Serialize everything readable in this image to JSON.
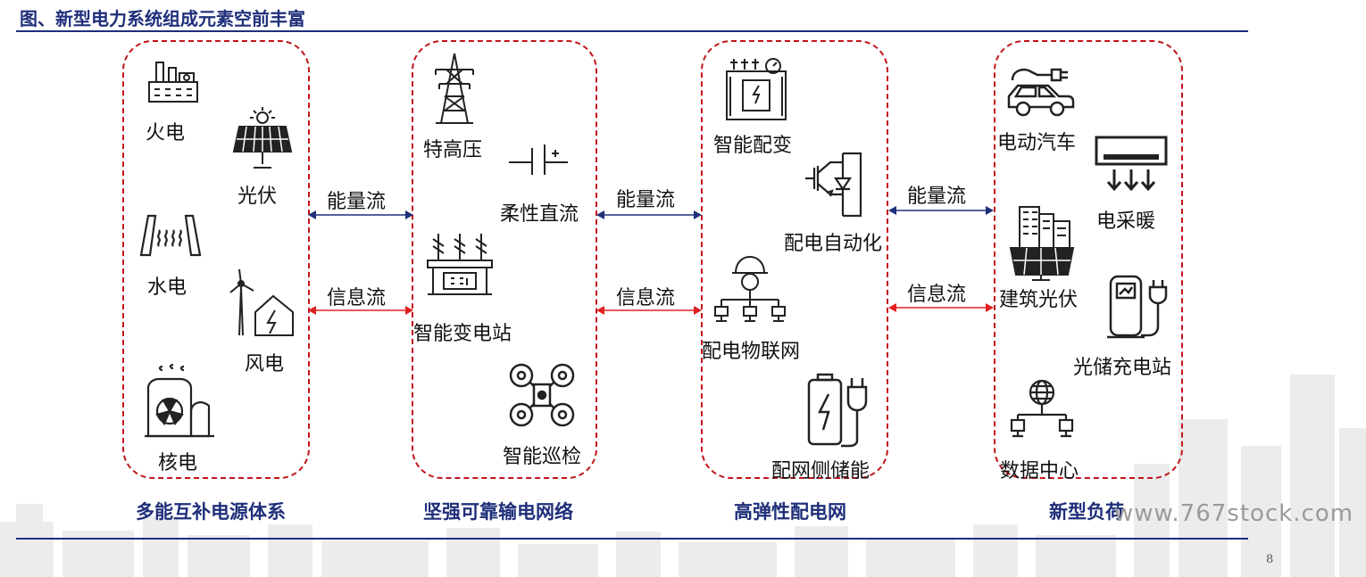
{
  "title": "图、新型电力系统组成元素空前丰富",
  "groups": [
    {
      "category": "多能互补电源体系",
      "items": [
        "火电",
        "光伏",
        "水电",
        "风电",
        "核电"
      ]
    },
    {
      "category": "坚强可靠输电网络",
      "items": [
        "特高压",
        "柔性直流",
        "智能变电站",
        "智能巡检"
      ]
    },
    {
      "category": "高弹性配电网",
      "items": [
        "智能配变",
        "配电自动化",
        "配电物联网",
        "配网侧储能"
      ]
    },
    {
      "category": "新型负荷",
      "items": [
        "电动汽车",
        "电采暖",
        "建筑光伏",
        "光储充电站",
        "数据中心"
      ]
    }
  ],
  "flows": {
    "energy": "能量流",
    "info": "信息流"
  },
  "colors": {
    "energy_arrow": "#1f2f7a",
    "info_arrow": "#e02020",
    "box_border": "#c0141b",
    "category_text": "#1f2f7a"
  },
  "watermark": "www.767stock.com",
  "page_number": "8"
}
